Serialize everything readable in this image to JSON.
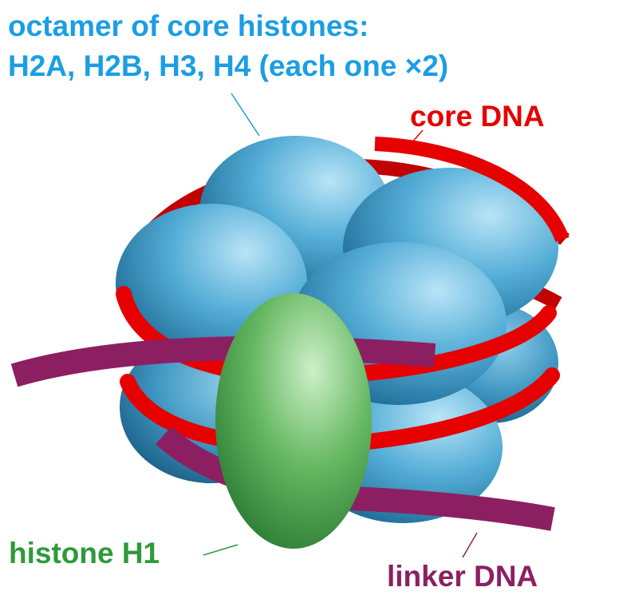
{
  "labels": {
    "octamer_line1": "octamer of core histones:",
    "octamer_line2": "H2A, H2B, H3, H4 (each one ×2)",
    "core_dna": "core DNA",
    "histone_h1": "histone H1",
    "linker_dna": "linker DNA"
  },
  "colors": {
    "octamer_text": "#1a9ee4",
    "histone_blue": "#4fa9d3",
    "core_dna": "#e60000",
    "linker_dna": "#8c1f62",
    "histone_h1": "#49a34b",
    "h1_text": "#2e9a3a"
  }
}
